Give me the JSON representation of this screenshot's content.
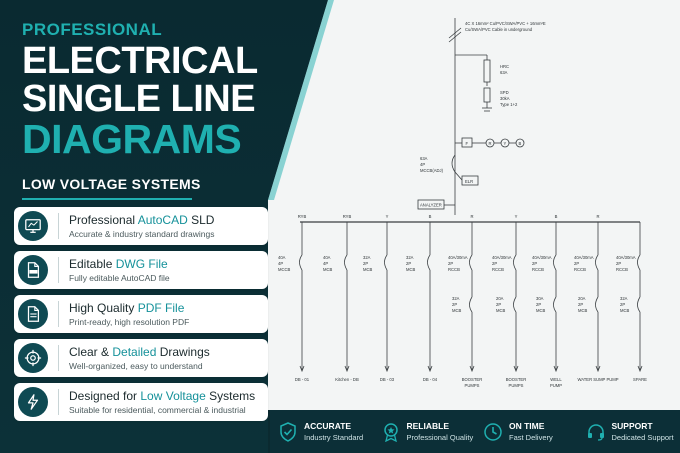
{
  "hero": {
    "kicker": "PROFESSIONAL",
    "line1": "ELECTRICAL",
    "line2": "SINGLE LINE",
    "line3": "DIAGRAMS",
    "subtitle": "LOW VOLTAGE SYSTEMS"
  },
  "features": [
    {
      "icon": "monitor-icon",
      "title_a": "Professional ",
      "title_hl": "AutoCAD",
      "title_b": " SLD",
      "desc": "Accurate & industry standard drawings"
    },
    {
      "icon": "dwg-file-icon",
      "title_a": "Editable ",
      "title_hl": "DWG File",
      "title_b": "",
      "desc": "Fully editable AutoCAD file"
    },
    {
      "icon": "pdf-file-icon",
      "title_a": "High Quality ",
      "title_hl": "PDF File",
      "title_b": "",
      "desc": "Print-ready, high resolution PDF"
    },
    {
      "icon": "target-icon",
      "title_a": "Clear & ",
      "title_hl": "Detailed",
      "title_b": " Drawings",
      "desc": "Well-organized, easy to understand"
    },
    {
      "icon": "lightning-icon",
      "title_a": "Designed for ",
      "title_hl": "Low Voltage",
      "title_b": " Systems",
      "desc": "Suitable for residential, commercial & industrial"
    }
  ],
  "bottom": [
    {
      "icon": "shield-check-icon",
      "title": "ACCURATE",
      "sub": "Industry Standard"
    },
    {
      "icon": "award-icon",
      "title": "RELIABLE",
      "sub": "Professional Quality"
    },
    {
      "icon": "clock-icon",
      "title": "ON TIME",
      "sub": "Fast Delivery"
    },
    {
      "icon": "headset-icon",
      "title": "SUPPORT",
      "sub": "Dedicated Support"
    }
  ],
  "diagram": {
    "cable": "4C X 16mm² Cu/PVC/SWA/PVC + 16mm²E",
    "cable2": "Cu/SWA/PVC Cable in underground",
    "hrc": "HRC",
    "hrc_rating": "63A",
    "spd": "SPD",
    "spd_rating": "30kA",
    "spd_type": "Type 1+2",
    "meter": "F",
    "phases": [
      "R",
      "Y",
      "B"
    ],
    "main_cb": [
      "63A",
      "4P",
      "MCCB(ADJ)"
    ],
    "elr": "ELR",
    "analyzer": "ANALYZER",
    "busbar_phases": [
      "RYB",
      "RYB",
      "Y",
      "B",
      "R",
      "Y",
      "B",
      "R"
    ],
    "row1": [
      [
        "40A",
        "4P",
        "MCCB"
      ],
      [
        "40A",
        "4P",
        "MCB"
      ],
      [
        "32A",
        "2P",
        "MCB"
      ],
      [
        "32A",
        "2P",
        "MCB"
      ],
      [
        "40A/30mA",
        "2P",
        "RCCB"
      ],
      [
        "40A/30mA",
        "2P",
        "RCCB"
      ],
      [
        "40A/30mA",
        "2P",
        "RCCB"
      ],
      [
        "40A/30mA",
        "2P",
        "RCCB"
      ],
      [
        "40A/30mA",
        "2P",
        "RCCB"
      ]
    ],
    "row2": [
      [
        "32A",
        "2P",
        "MCB"
      ],
      [
        "20A",
        "2P",
        "MCB"
      ],
      [
        "30A",
        "2P",
        "MCB"
      ],
      [
        "20A",
        "2P",
        "MCB"
      ],
      [
        "32A",
        "2P",
        "MCB"
      ]
    ],
    "loads": [
      "DB - 01",
      "Kitchen - DB",
      "DB - 03",
      "DB - 04",
      "BOOSTER",
      "BOOSTER",
      "WELL",
      "WATER SUMP PUMP",
      "SPARE"
    ],
    "loads2": [
      "PUMPS",
      "PUMPS",
      "PUMP"
    ]
  },
  "colors": {
    "accent": "#1fb0b0",
    "dark": "#0b2a30",
    "paper": "#f4f6f6"
  }
}
